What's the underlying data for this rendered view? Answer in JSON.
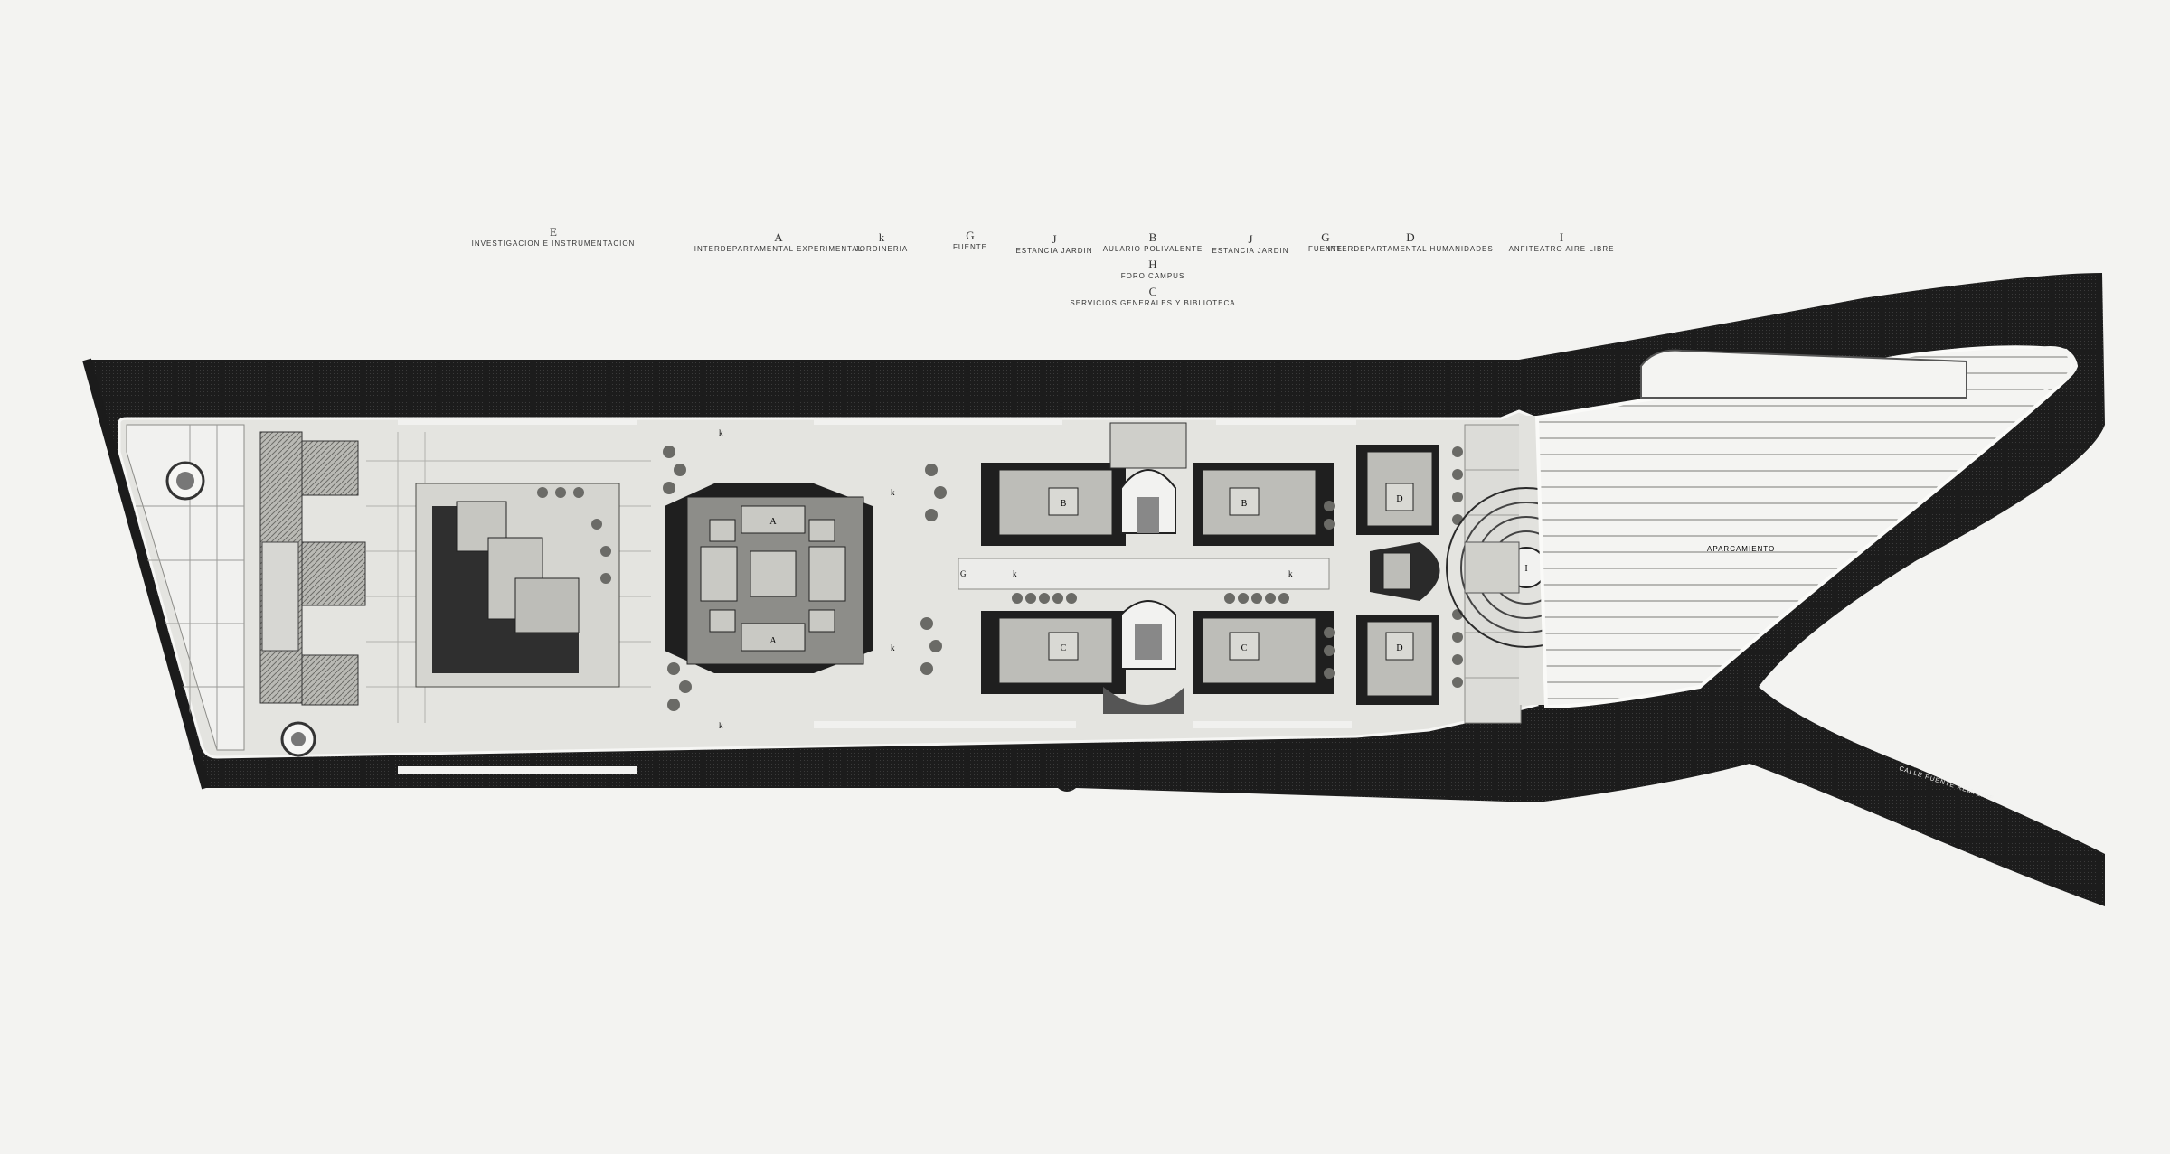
{
  "labels": {
    "E": {
      "letter": "E",
      "name": "INVESTIGACION E INSTRUMENTACION"
    },
    "A": {
      "letter": "A",
      "name": "INTERDEPARTAMENTAL EXPERIMENTAL"
    },
    "k": {
      "letter": "k",
      "name": "JORDINERIA"
    },
    "G1": {
      "letter": "G",
      "name": "FUENTE"
    },
    "J1": {
      "letter": "J",
      "name": "ESTANCIA JARDIN"
    },
    "B": {
      "letter": "B",
      "name": "AULARIO POLIVALENTE"
    },
    "H": {
      "letter": "H",
      "name": "FORO CAMPUS"
    },
    "C": {
      "letter": "C",
      "name": "SERVICIOS GENERALES Y BIBLIOTECA"
    },
    "J2": {
      "letter": "J",
      "name": "ESTANCIA JARDIN"
    },
    "G2": {
      "letter": "G",
      "name": "FUENTE"
    },
    "D": {
      "letter": "D",
      "name": "INTERDEPARTAMENTAL HUMANIDADES"
    },
    "I": {
      "letter": "I",
      "name": "ANFITEATRO AIRE LIBRE"
    }
  },
  "plan_letters": {
    "A": "A",
    "B": "B",
    "C": "C",
    "D": "D",
    "G": "G",
    "I": "I",
    "k": "k"
  },
  "plan_text": {
    "parking": "APARCAMIENTO",
    "street": "CALLE PUENTE REMIGNIE"
  },
  "colors": {
    "paper": "#f3f3f1",
    "road": "#1b1b1b",
    "ground": "#e2e2de",
    "building": "#8a8a86",
    "roof": "#c9c9c4",
    "dark_shadow": "#2a2a2a"
  }
}
